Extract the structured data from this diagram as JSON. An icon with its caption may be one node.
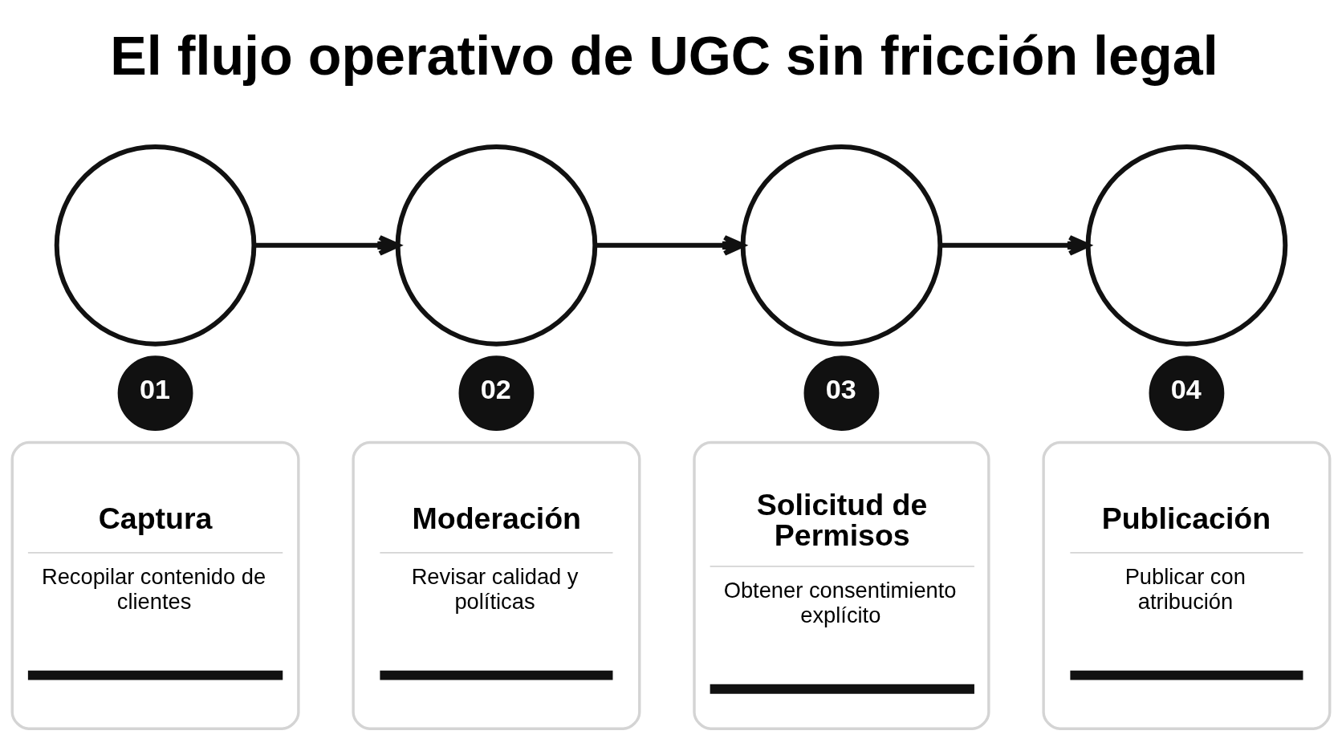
{
  "diagram": {
    "title": "El flujo operativo de UGC sin fricción legal",
    "nodes": [
      {
        "text": [],
        "shape": "circle"
      },
      {
        "text": [
          "01"
        ]
      },
      {
        "text": [
          "Captura",
          "Recopilar contenido de clientes"
        ]
      },
      {
        "text": [],
        "shape": "circle"
      },
      {
        "text": [
          "02"
        ]
      },
      {
        "text": [
          "Moderación",
          "Revisar calidad y políticas"
        ]
      },
      {
        "text": [],
        "shape": "circle"
      },
      {
        "text": [
          "03"
        ]
      },
      {
        "text": [
          "Solicitud de Permisos",
          "Obtener consentimiento explícito"
        ]
      },
      {
        "text": [],
        "shape": "circle"
      },
      {
        "text": [
          "04"
        ]
      },
      {
        "text": [
          "Publicación",
          "Publicar con atribución"
        ]
      }
    ],
    "edges": [
      {
        "from": 0,
        "to": 3,
        "arrow": "to"
      },
      {
        "from": 3,
        "to": 6,
        "arrow": "to"
      },
      {
        "from": 6,
        "to": 9,
        "arrow": "to"
      }
    ]
  }
}
